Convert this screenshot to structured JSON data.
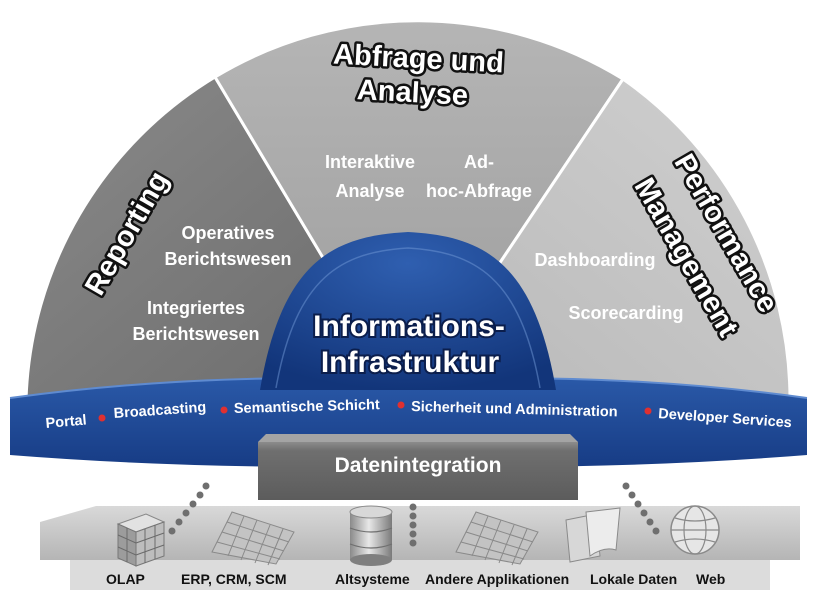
{
  "segments": {
    "reporting": {
      "title": "Reporting",
      "items": [
        "Operatives Berichtswesen",
        "Integriertes Berichtswesen"
      ]
    },
    "analysis": {
      "title_line1": "Abfrage und",
      "title_line2": "Analyse",
      "items": [
        "Interaktive Analyse",
        "Ad-hoc-Abfrage"
      ]
    },
    "performance": {
      "title_line1": "Performance",
      "title_line2": "Management",
      "items": [
        "Dashboarding",
        "Scorecarding"
      ]
    }
  },
  "hub": {
    "line1": "Informations-",
    "line2": "Infrastruktur"
  },
  "services": [
    "Portal",
    "Broadcasting",
    "Semantische Schicht",
    "Sicherheit und Administration",
    "Developer Services"
  ],
  "integration": {
    "label": "Datenintegration"
  },
  "sources": [
    {
      "label": "OLAP",
      "icon": "cube-icon"
    },
    {
      "label": "ERP, CRM, SCM",
      "icon": "grid-panel-icon"
    },
    {
      "label": "Altsysteme",
      "icon": "database-cylinder-icon"
    },
    {
      "label": "Andere Applikationen",
      "icon": "grid-panel-icon"
    },
    {
      "label": "Lokale Daten",
      "icon": "documents-icon"
    },
    {
      "label": "Web",
      "icon": "globe-icon"
    }
  ],
  "colors": {
    "navy": "#1a3f86",
    "dark_gray": "#7d7d7d",
    "mid_gray": "#a9a9a9",
    "light_gray": "#c6c6c6",
    "bullet_red": "#e03030"
  }
}
